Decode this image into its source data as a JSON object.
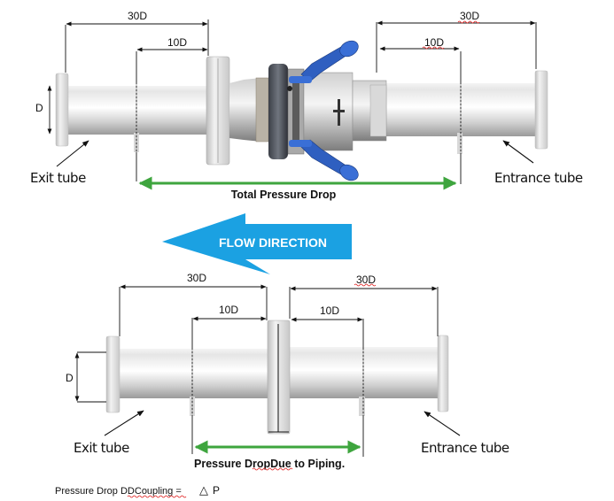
{
  "top_diagram": {
    "dim_left_outer": "30D",
    "dim_left_inner": "10D",
    "dim_right_outer": "30D",
    "dim_right_inner": "10D",
    "diameter_label": "D",
    "exit_label": "Exit tube",
    "entrance_label": "Entrance tube",
    "measure_label": "Total Pressure Drop"
  },
  "flow_arrow": {
    "label": "FLOW DIRECTION",
    "color": "#1ba1e2"
  },
  "bottom_diagram": {
    "dim_left_outer": "30D",
    "dim_left_inner": "10D",
    "dim_right_outer": "30D",
    "dim_right_inner": "10D",
    "diameter_label": "D",
    "exit_label": "Exit tube",
    "entrance_label": "Entrance tube",
    "measure_label": "Pressure DropDue to Piping."
  },
  "footer": {
    "formula_prefix": "Pressure Drop ",
    "formula_sub": "DDCoupling",
    "formula_eq": " = ",
    "delta_symbol": "△",
    "formula_var": "P"
  },
  "colors": {
    "measure_arrow": "#3ea53e",
    "handle_blue": "#2f5fc0",
    "spellcheck": "#e02020"
  }
}
